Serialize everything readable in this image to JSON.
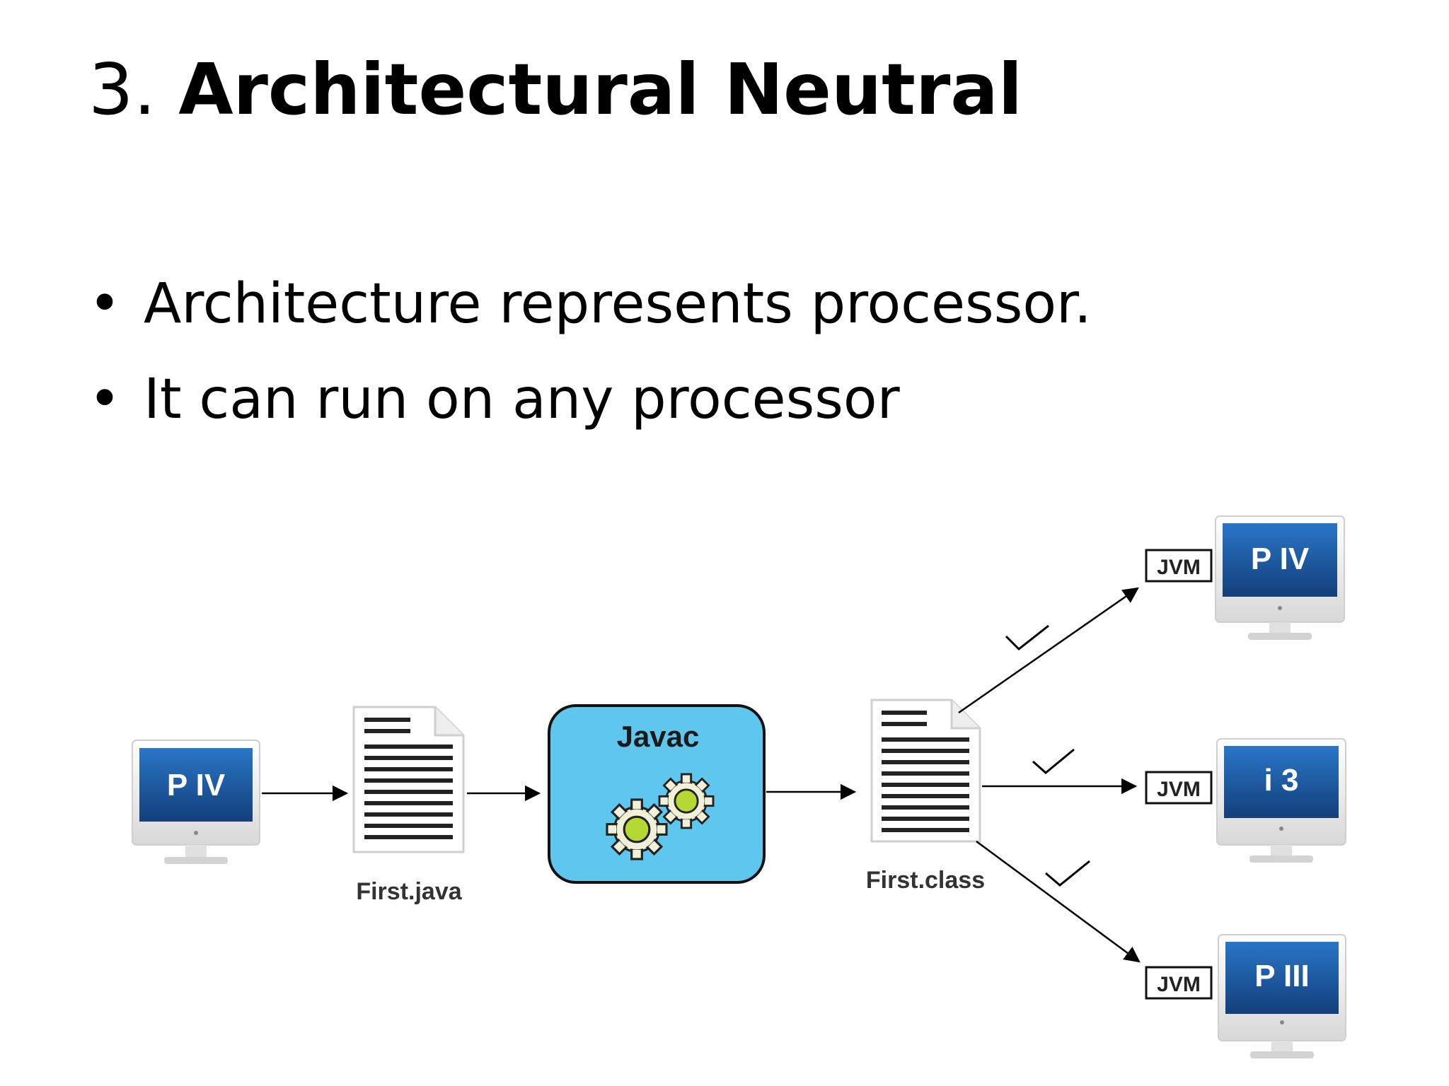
{
  "slide": {
    "title_number": "3. ",
    "title_text": "Architectural Neutral",
    "bullets": [
      "Architecture represents processor.",
      "It can run on any processor"
    ]
  },
  "diagram": {
    "source_machine": "P IV",
    "source_file": "First.java",
    "compiler": "Javac",
    "bytecode_file": "First.class",
    "targets": [
      {
        "vm": "JVM",
        "machine": "P IV",
        "status": "check"
      },
      {
        "vm": "JVM",
        "machine": "i 3",
        "status": "check"
      },
      {
        "vm": "JVM",
        "machine": "P III",
        "status": "check"
      }
    ]
  },
  "colors": {
    "screen_blue": "#1f5fae",
    "compiler_fill": "#5fc6ee",
    "gear_green": "#b5d832"
  }
}
